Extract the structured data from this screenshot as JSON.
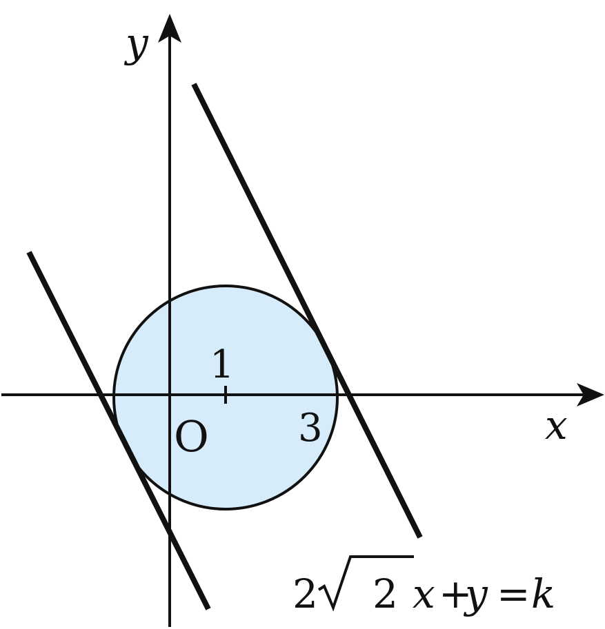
{
  "axes": {
    "x_label": "x",
    "y_label": "y",
    "origin_label": "O",
    "tick_x_label": "1",
    "point_label": "3"
  },
  "equation": {
    "coef": "2",
    "radicand": "2",
    "x": "x",
    "plus": "+",
    "y": "y",
    "equals": "=",
    "k": "k"
  },
  "colors": {
    "disk_fill": "#d6ecfb",
    "stroke": "#111111"
  }
}
